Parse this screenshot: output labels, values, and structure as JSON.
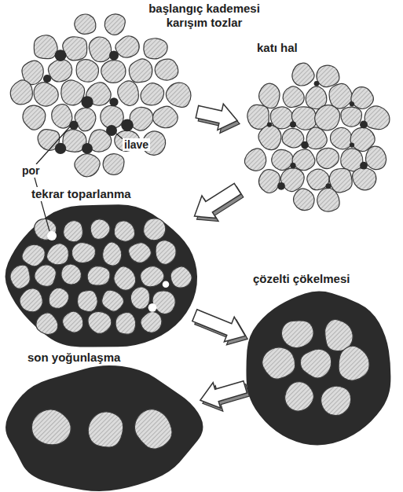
{
  "diagram": {
    "nodes": [
      {
        "text": [
          "başlangıç kademesi karışım tozlar"
        ]
      },
      {
        "text": [
          "katı hal"
        ]
      },
      {
        "text": [
          "tekrar toparlanma"
        ]
      },
      {
        "text": [
          "çözelti çökelmesi"
        ]
      },
      {
        "text": [
          "son yoğunlaşma"
        ]
      }
    ],
    "edges": [
      {
        "from": 0,
        "to": 1,
        "arrow": "to"
      },
      {
        "from": 1,
        "to": 2,
        "arrow": "to"
      },
      {
        "from": 2,
        "to": 3,
        "arrow": "to"
      },
      {
        "from": 3,
        "to": 4,
        "arrow": "to"
      }
    ],
    "labels": [
      "ilave",
      "por"
    ]
  }
}
